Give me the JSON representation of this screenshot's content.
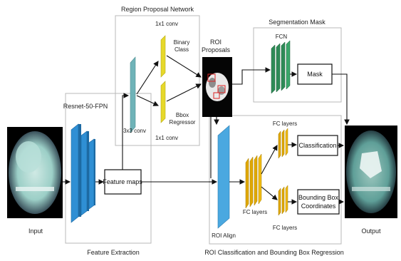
{
  "labels": {
    "region_proposal_network": "Region Proposal Network",
    "conv1x1_top": "1x1 conv",
    "binary_class_1": "Binary",
    "binary_class_2": "Class",
    "bbox_regressor_1": "Bbox",
    "bbox_regressor_2": "Regressor",
    "conv1x1_bottom": "1x1 conv",
    "conv3x3": "3x3 conv",
    "roi_proposals_1": "ROI",
    "roi_proposals_2": "Proposals",
    "segmentation_mask": "Segmentation Mask",
    "fcn": "FCN",
    "mask": "Mask",
    "resnet": "Resnet-50-FPN",
    "feature_maps": "Feature maps",
    "input": "Input",
    "feature_extraction": "Feature Extraction",
    "fc_layers_top": "FC layers",
    "fc_layers_mid": "FC layers",
    "fc_layers_bottom": "FC layers",
    "classification": "Classification",
    "bbox_coords_1": "Bounding Box",
    "bbox_coords_2": "Coordinates",
    "roi_align": "ROI Align",
    "output": "Output",
    "roi_cls_bbox_regression": "ROI Classification and Bounding Box Regression"
  },
  "colors": {
    "resnet_blue": "#2f8fd4",
    "conv_teal": "#6fb3b8",
    "rpn_yellow": "#e6d82a",
    "fcn_green": "#2e8b57",
    "fc_orange": "#e0a800",
    "roi_align_blue": "#4aa8e0",
    "panel_border": "#b8b8b8"
  }
}
